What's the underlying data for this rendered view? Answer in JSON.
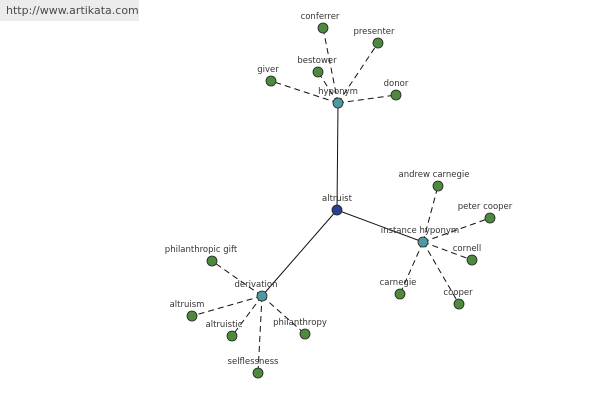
{
  "url": "http://www.artikata.com",
  "colors": {
    "root": "#2a3f8f",
    "hub": "#4f9aa0",
    "leaf": "#4e8a3e"
  },
  "nodes": {
    "altruist": {
      "label": "altruist",
      "type": "root"
    },
    "hyponym": {
      "label": "hyponym",
      "type": "hub"
    },
    "instance_hyponym": {
      "label": "instance hyponym",
      "type": "hub"
    },
    "derivation": {
      "label": "derivation",
      "type": "hub"
    },
    "conferrer": {
      "label": "conferrer",
      "type": "leaf"
    },
    "presenter": {
      "label": "presenter",
      "type": "leaf"
    },
    "bestower": {
      "label": "bestower",
      "type": "leaf"
    },
    "giver": {
      "label": "giver",
      "type": "leaf"
    },
    "donor": {
      "label": "donor",
      "type": "leaf"
    },
    "andrew_carnegie": {
      "label": "andrew carnegie",
      "type": "leaf"
    },
    "peter_cooper": {
      "label": "peter cooper",
      "type": "leaf"
    },
    "cornell": {
      "label": "cornell",
      "type": "leaf"
    },
    "carnegie": {
      "label": "carnegie",
      "type": "leaf"
    },
    "cooper": {
      "label": "cooper",
      "type": "leaf"
    },
    "philanthropic_gift": {
      "label": "philanthropic gift",
      "type": "leaf"
    },
    "altruism": {
      "label": "altruism",
      "type": "leaf"
    },
    "altruistic": {
      "label": "altruistic",
      "type": "leaf"
    },
    "philanthropy": {
      "label": "philanthropy",
      "type": "leaf"
    },
    "selflessness": {
      "label": "selflessness",
      "type": "leaf"
    }
  },
  "edges": [
    {
      "from": "altruist",
      "to": "hyponym",
      "style": "solid"
    },
    {
      "from": "altruist",
      "to": "instance_hyponym",
      "style": "solid"
    },
    {
      "from": "altruist",
      "to": "derivation",
      "style": "solid"
    },
    {
      "from": "hyponym",
      "to": "conferrer",
      "style": "dashed"
    },
    {
      "from": "hyponym",
      "to": "presenter",
      "style": "dashed"
    },
    {
      "from": "hyponym",
      "to": "bestower",
      "style": "dashed"
    },
    {
      "from": "hyponym",
      "to": "giver",
      "style": "dashed"
    },
    {
      "from": "hyponym",
      "to": "donor",
      "style": "dashed"
    },
    {
      "from": "instance_hyponym",
      "to": "andrew_carnegie",
      "style": "dashed"
    },
    {
      "from": "instance_hyponym",
      "to": "peter_cooper",
      "style": "dashed"
    },
    {
      "from": "instance_hyponym",
      "to": "cornell",
      "style": "dashed"
    },
    {
      "from": "instance_hyponym",
      "to": "carnegie",
      "style": "dashed"
    },
    {
      "from": "instance_hyponym",
      "to": "cooper",
      "style": "dashed"
    },
    {
      "from": "derivation",
      "to": "philanthropic_gift",
      "style": "dashed"
    },
    {
      "from": "derivation",
      "to": "altruism",
      "style": "dashed"
    },
    {
      "from": "derivation",
      "to": "altruistic",
      "style": "dashed"
    },
    {
      "from": "derivation",
      "to": "philanthropy",
      "style": "dashed"
    },
    {
      "from": "derivation",
      "to": "selflessness",
      "style": "dashed"
    }
  ]
}
